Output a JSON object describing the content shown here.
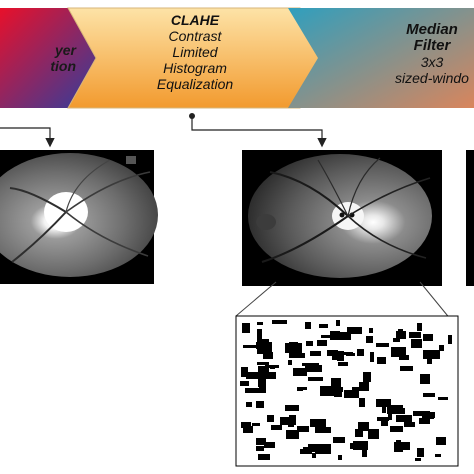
{
  "steps": [
    {
      "lines": [
        "yer",
        "tion"
      ],
      "color_start": "#e8102a",
      "color_end": "#2b3fa0"
    },
    {
      "title": "CLAHE",
      "lines": [
        "Contrast",
        "Limited",
        "Histogram",
        "Equalization"
      ],
      "color_start": "#f7c46a",
      "color_end": "#f39c2b"
    },
    {
      "title": "Median",
      "title2": "Filter",
      "lines": [
        "3x3",
        "sized-windo"
      ],
      "color_start": "#2f9fbe",
      "color_end": "#d0805a"
    }
  ],
  "images": [
    {
      "name": "fundus-image-original",
      "tone": "bright-disc"
    },
    {
      "name": "fundus-image-clahe",
      "tone": "enhanced"
    },
    {
      "name": "binary-window-patch",
      "tone": "black-white"
    }
  ],
  "colors": {
    "arrow": "#222222",
    "image_border": "#000000"
  }
}
